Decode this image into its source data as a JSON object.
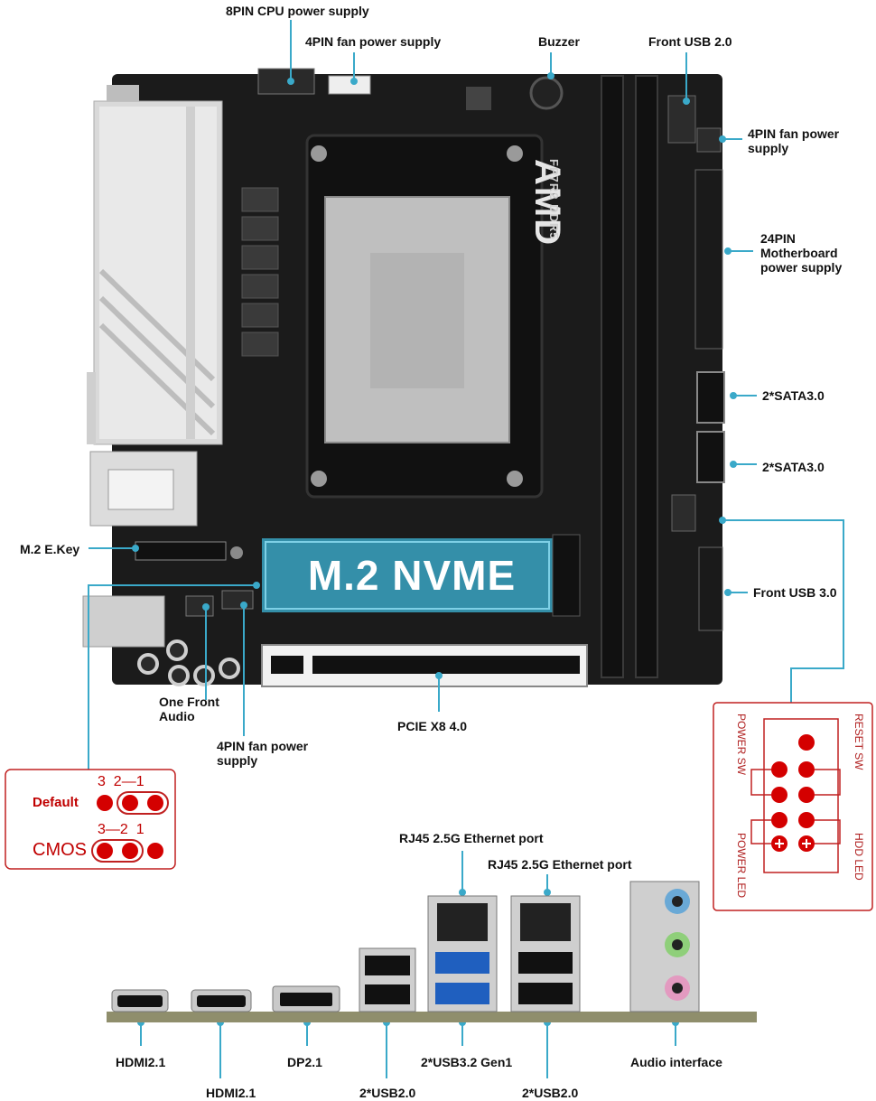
{
  "labels": {
    "cpu_8pin": "8PIN CPU power supply",
    "fan_4pin_top": "4PIN fan power supply",
    "buzzer": "Buzzer",
    "front_usb2": "Front USB 2.0",
    "fan_4pin_right": "4PIN fan power supply",
    "mb_24pin": "24PIN Motherboard power supply",
    "sata_1": "2*SATA3.0",
    "sata_2": "2*SATA3.0",
    "m2_ekey": "M.2 E.Key",
    "front_usb3": "Front USB 3.0",
    "m2_nvme": "M.2 NVME",
    "one_front_audio": "One Front Audio",
    "pcie": "PCIE X8 4.0",
    "fan_4pin_bottom": "4PIN fan power supply",
    "rj45_1": "RJ45 2.5G Ethernet port",
    "rj45_2": "RJ45 2.5G Ethernet port",
    "hdmi_1": "HDMI2.1",
    "hdmi_2": "HDMI2.1",
    "dp": "DP2.1",
    "usb2_a": "2*USB2.0",
    "usb32": "2*USB3.2 Gen1",
    "usb2_b": "2*USB2.0",
    "audio": "Audio interface"
  },
  "board_marks": {
    "brand": "AMD",
    "socket": "FP7R2 DDR5"
  },
  "jumper": {
    "default_label": "Default",
    "cmos_label": "CMOS",
    "default_pins": "3  2—1",
    "cmos_pins": "3—2  1"
  },
  "header_panel": {
    "power_sw": "POWER SW",
    "reset_sw": "RESET SW",
    "power_led": "POWER LED",
    "hdd_led": "HDD LED"
  },
  "colors": {
    "accent": "#3aa9c9",
    "board": "#1b1b1b",
    "pin": "#d40000"
  }
}
